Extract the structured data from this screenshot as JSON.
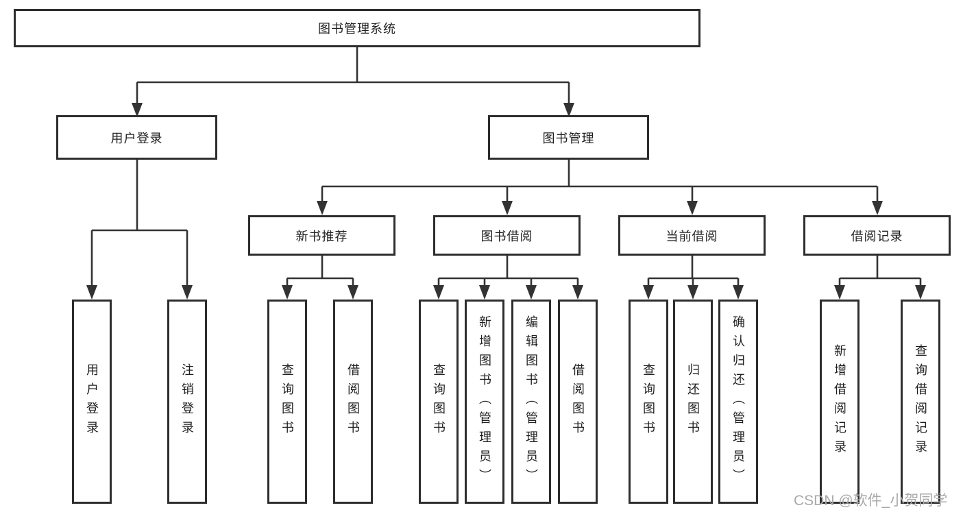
{
  "colors": {
    "line": "#333333",
    "box_border": "#2d2d2d",
    "box_fill": "#ffffff",
    "text": "#1f1f1f",
    "watermark": "#a9a9a9"
  },
  "diagram": {
    "type": "hierarchy-tree",
    "root": {
      "label": "图书管理系统"
    },
    "branches": [
      {
        "label": "用户登录",
        "children": [
          {
            "label": "用户登录"
          },
          {
            "label": "注销登录"
          }
        ]
      },
      {
        "label": "图书管理",
        "children": [
          {
            "label": "新书推荐",
            "children": [
              {
                "label": "查询图书"
              },
              {
                "label": "借阅图书"
              }
            ]
          },
          {
            "label": "图书借阅",
            "children": [
              {
                "label": "查询图书"
              },
              {
                "label": "新增图书（管理员）"
              },
              {
                "label": "编辑图书（管理员）"
              },
              {
                "label": "借阅图书"
              }
            ]
          },
          {
            "label": "当前借阅",
            "children": [
              {
                "label": "查询图书"
              },
              {
                "label": "归还图书"
              },
              {
                "label": "确认归还（管理员）"
              }
            ]
          },
          {
            "label": "借阅记录",
            "children": [
              {
                "label": "新增借阅记录"
              },
              {
                "label": "查询借阅记录"
              }
            ]
          }
        ]
      }
    ]
  },
  "watermark": {
    "text": "CSDN @软件_小贺同学"
  }
}
